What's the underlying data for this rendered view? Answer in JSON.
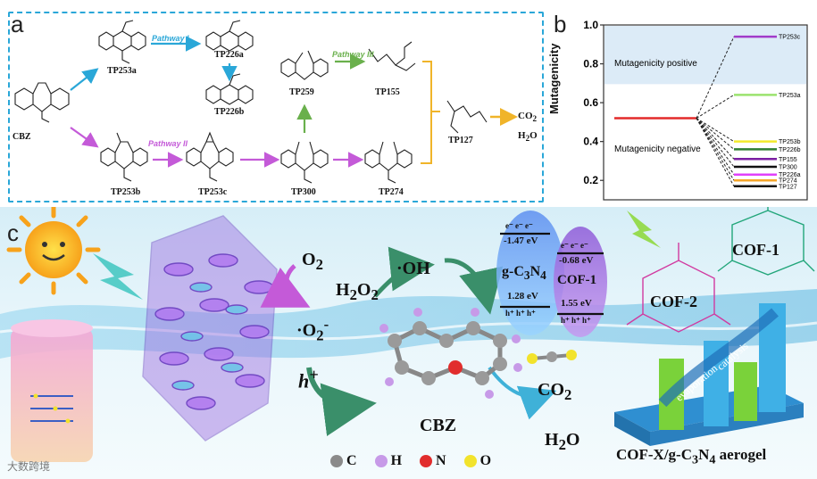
{
  "panel_a": {
    "letter": "a",
    "compounds": {
      "cbz": "CBZ",
      "tp253a": "TP253a",
      "tp226a": "TP226a",
      "tp226b": "TP226b",
      "tp259": "TP259",
      "tp155": "TP155",
      "tp253b": "TP253b",
      "tp253c": "TP253c",
      "tp300": "TP300",
      "tp274": "TP274",
      "tp127": "TP127"
    },
    "pathways": {
      "p1": "Pathway I",
      "p2": "Pathway II",
      "p3": "Pathway III"
    },
    "products": {
      "co2": "CO",
      "co2_sub": "2",
      "h2o": "H",
      "h2o_sub": "2",
      "h2o_end": "O"
    },
    "colors": {
      "p1": "#2aa7d8",
      "p2": "#c45ad8",
      "p3": "#6ab04c",
      "final": "#f0b429"
    }
  },
  "panel_b": {
    "letter": "b",
    "ylabel": "Mutagenicity",
    "positive_label": "Mutagenicity positive",
    "negative_label": "Mutagenicity negative",
    "ticks": [
      "1.0",
      "0.8",
      "0.6",
      "0.4",
      "0.2"
    ],
    "ylim": [
      0.1,
      1.0
    ]
  },
  "chart_data": {
    "type": "bar",
    "ylabel": "Mutagenicity",
    "ylim": [
      0.1,
      1.0
    ],
    "reference": {
      "name": "CBZ",
      "value": 0.52,
      "color": "#e32a2a"
    },
    "series": [
      {
        "name": "TP253c",
        "value": 0.94,
        "color": "#a23cc9"
      },
      {
        "name": "TP253a",
        "value": 0.64,
        "color": "#9be36e"
      },
      {
        "name": "TP253b",
        "value": 0.4,
        "color": "#f2ea2c"
      },
      {
        "name": "TP226b",
        "value": 0.36,
        "color": "#2e7d32"
      },
      {
        "name": "TP155",
        "value": 0.31,
        "color": "#7b1fa2"
      },
      {
        "name": "TP300",
        "value": 0.27,
        "color": "#111111"
      },
      {
        "name": "TP226a",
        "value": 0.23,
        "color": "#e040fb"
      },
      {
        "name": "TP274",
        "value": 0.2,
        "color": "#f4a62a"
      },
      {
        "name": "TP127",
        "value": 0.17,
        "color": "#111111"
      }
    ]
  },
  "panel_c": {
    "letter": "c",
    "species": {
      "o2": "O",
      "o2_sub": "2",
      "h2o2": "H",
      "h2o2_sub1": "2",
      "h2o2_mid": "O",
      "h2o2_sub2": "2",
      "oh": "·OH",
      "o2rad": "·O",
      "o2rad_sub": "2",
      "o2rad_sup": "-",
      "hplus": "h",
      "hplus_sup": "+",
      "cbz": "CBZ",
      "co2": "CO",
      "co2_sub": "2",
      "h2o": "H",
      "h2o_sub": "2",
      "h2o_end": "O"
    },
    "band": {
      "gcn": "g-C",
      "gcn_sub": "3",
      "gcn_end": "N",
      "gcn_sub2": "4",
      "cof1": "COF-1",
      "gcn_cb": "-1.47 eV",
      "gcn_vb": "1.28 eV",
      "cof_cb": "-0.68 eV",
      "cof_vb": "1.55 eV",
      "electrons": "e⁻ e⁻ e⁻",
      "holes": "h⁺ h⁺ h⁺"
    },
    "cof2": "COF-2",
    "cof1_label": "COF-1",
    "evaporation": "evaporation",
    "catalysis": "catalysis",
    "aerogel": "COF-X/g-C",
    "aerogel_sub": "3",
    "aerogel_mid": "N",
    "aerogel_sub2": "4",
    "aerogel_end": " aerogel",
    "legend": [
      {
        "symbol": "C",
        "color": "#8a8a8a"
      },
      {
        "symbol": "H",
        "color": "#c79ae8"
      },
      {
        "symbol": "N",
        "color": "#e12d2d"
      },
      {
        "symbol": "O",
        "color": "#f2e32c"
      }
    ],
    "watermark": "大数跨境"
  }
}
